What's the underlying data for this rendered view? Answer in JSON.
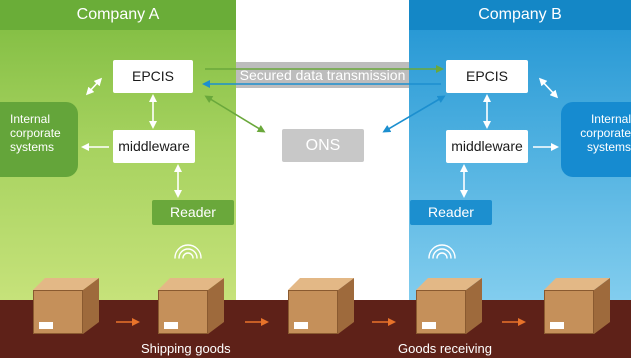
{
  "company_a": {
    "title": "Company A",
    "epcis": "EPCIS",
    "middleware": "middleware",
    "reader": "Reader",
    "internal_systems": [
      "Internal",
      "corporate",
      "systems"
    ]
  },
  "company_b": {
    "title": "Company B",
    "epcis": "EPCIS",
    "middleware": "middleware",
    "reader": "Reader",
    "internal_systems": [
      "Internal",
      "corporate",
      "systems"
    ]
  },
  "center": {
    "transmission": "Secured data transmission",
    "ons": "ONS"
  },
  "conveyor": {
    "shipping": "Shipping goods",
    "receiving": "Goods receiving"
  },
  "colors": {
    "company_a": "#6aad38",
    "company_b": "#1487c6",
    "ground": "#5e2118",
    "box": "#c5905a",
    "conveyor_arrow": "#e8732a",
    "ons": "#c8c8c8"
  }
}
